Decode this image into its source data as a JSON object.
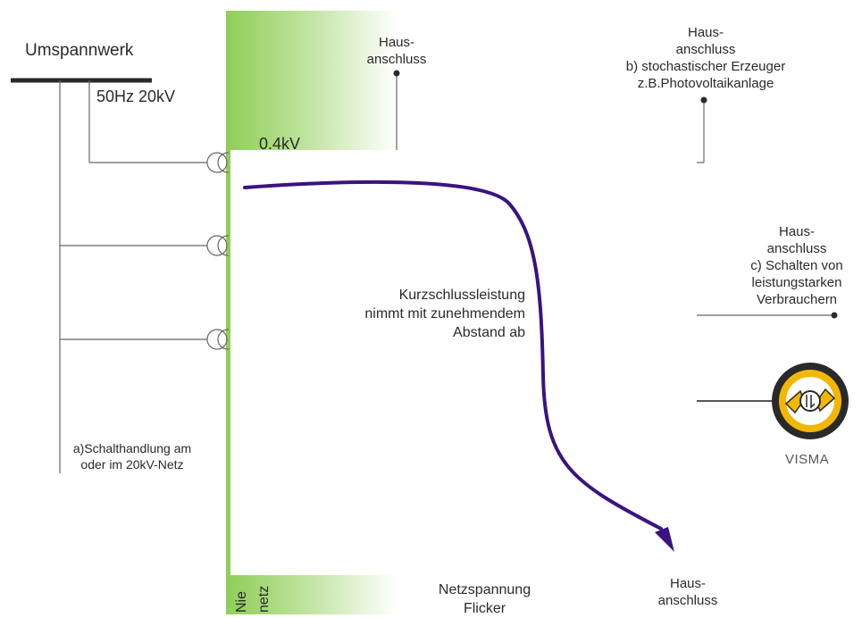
{
  "labels": {
    "umspannwerk": "Umspannwerk",
    "voltage_mv": "50Hz 20kV",
    "voltage_lv": "0.4kV",
    "hausanschluss_top": [
      "Haus-",
      "anschluss"
    ],
    "hausanschluss_b": [
      "Haus-",
      "anschluss",
      "b) stochastischer Erzeuger",
      "z.B.Photovoltaikanlage"
    ],
    "hausanschluss_c": [
      "Haus-",
      "anschluss",
      "c) Schalten von",
      "leistungstarken",
      "Verbrauchern"
    ],
    "hausanschluss_bottom": [
      "Haus-",
      "anschluss"
    ],
    "schalthandlung": [
      "a)Schalthandlung am",
      "oder im 20kV-Netz"
    ],
    "kurzschluss": [
      "Kurzschlussleistung",
      "nimmt mit zunehmendem",
      "Abstand ab"
    ],
    "netzspannung": [
      "Netzspannung",
      "Flicker"
    ],
    "vertical_text": [
      "Nie",
      "netz"
    ],
    "logo_text": "VISMA"
  },
  "colors": {
    "arrow": "#3a1380",
    "band": "#8fce58",
    "logo_yellow": "#f2b705",
    "logo_dark": "#2a2a2a",
    "line": "#555555"
  },
  "icons": {
    "transformer": "double-circle-transformer",
    "logo": "visma-logo"
  }
}
